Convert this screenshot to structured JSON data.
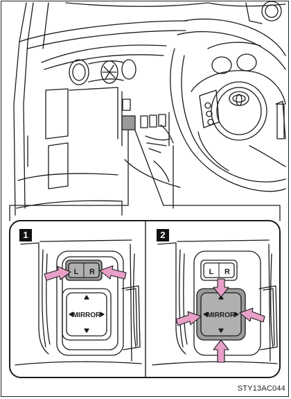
{
  "figure": {
    "badges": [
      {
        "label": "1"
      },
      {
        "label": "2"
      }
    ],
    "switch_labels": {
      "left": "L",
      "right": "R",
      "mirror": "MIRROR"
    },
    "image_code": "STY13AC044",
    "colors": {
      "line": "#1a1a1a",
      "arrow_fill": "#e8a0c8",
      "arrow_stroke": "#1a1a1a",
      "highlight_fill": "#9a9a9a"
    }
  }
}
